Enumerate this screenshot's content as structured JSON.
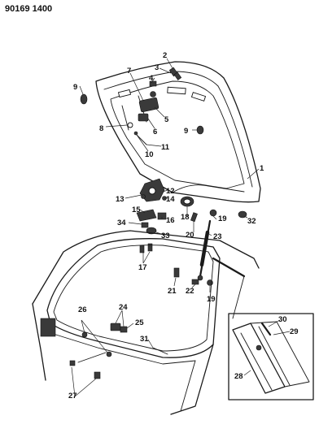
{
  "header": {
    "code": "90169 1400"
  },
  "callouts": [
    {
      "label": "1"
    },
    {
      "label": "2"
    },
    {
      "label": "3"
    },
    {
      "label": "4"
    },
    {
      "label": "5"
    },
    {
      "label": "6"
    },
    {
      "label": "7"
    },
    {
      "label": "8"
    },
    {
      "label": "9"
    },
    {
      "label": "9"
    },
    {
      "label": "10"
    },
    {
      "label": "11"
    },
    {
      "label": "12"
    },
    {
      "label": "13"
    },
    {
      "label": "14"
    },
    {
      "label": "15"
    },
    {
      "label": "16"
    },
    {
      "label": "17"
    },
    {
      "label": "18"
    },
    {
      "label": "19"
    },
    {
      "label": "19"
    },
    {
      "label": "20"
    },
    {
      "label": "21"
    },
    {
      "label": "22"
    },
    {
      "label": "23"
    },
    {
      "label": "24"
    },
    {
      "label": "25"
    },
    {
      "label": "26"
    },
    {
      "label": "27"
    },
    {
      "label": "28"
    },
    {
      "label": "29"
    },
    {
      "label": "30"
    },
    {
      "label": "31"
    },
    {
      "label": "32"
    },
    {
      "label": "33"
    },
    {
      "label": "34"
    }
  ],
  "colors": {
    "ink": "#1a1a1a",
    "background": "#ffffff"
  }
}
